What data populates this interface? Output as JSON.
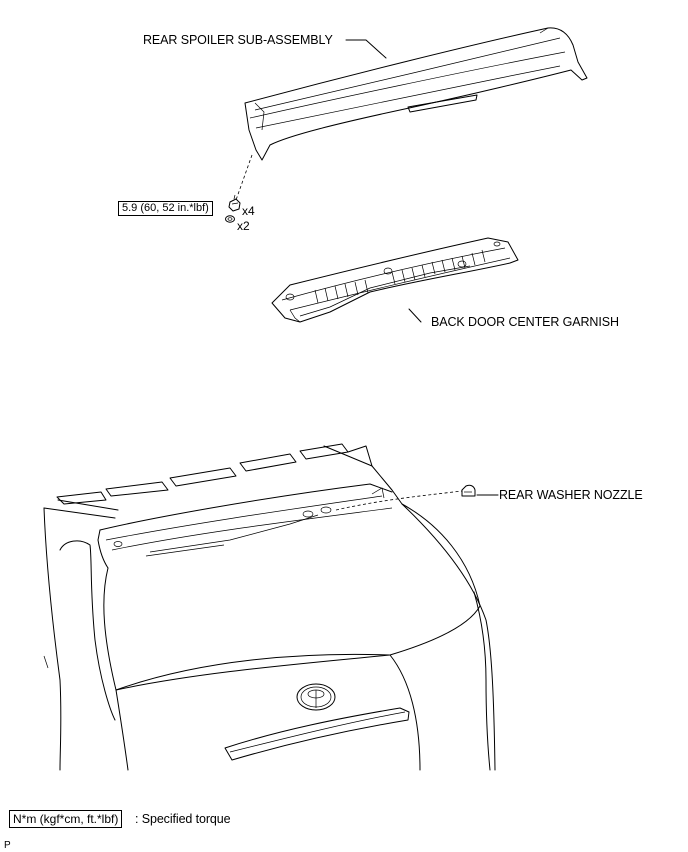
{
  "callouts": {
    "rear_spoiler": "REAR SPOILER SUB-ASSEMBLY",
    "back_door_garnish": "BACK DOOR CENTER GARNISH",
    "rear_washer_nozzle": "REAR WASHER NOZZLE"
  },
  "torque": {
    "value": "5.9 (60, 52 in.*lbf)",
    "bolt_qty": "x4",
    "clip_qty": "x2"
  },
  "legend": {
    "unit_box": "N*m (kgf*cm, ft.*lbf)",
    "description": ": Specified torque"
  },
  "figure_code": "P"
}
